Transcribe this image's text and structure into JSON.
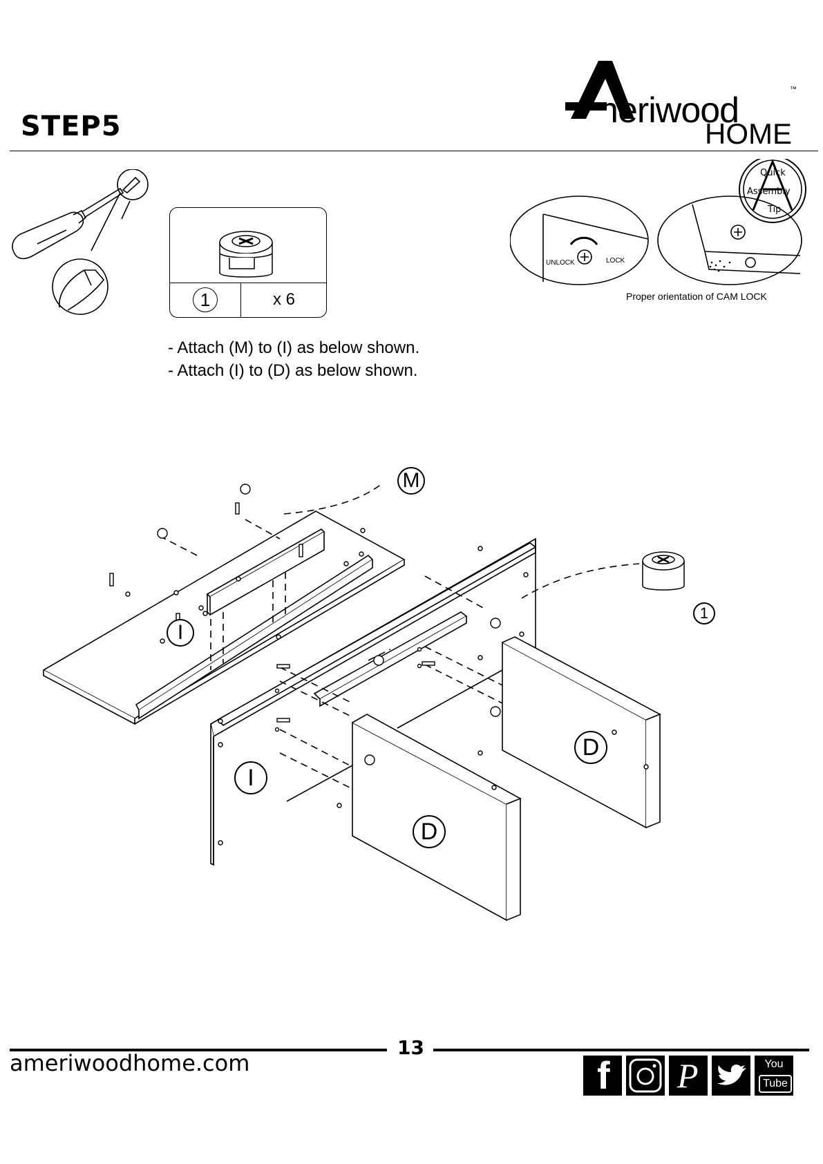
{
  "step": {
    "title": "STEP5"
  },
  "brand": {
    "name_top": "Ameriwood",
    "name_sub": "HOME",
    "trademark": "™"
  },
  "hardware": {
    "part_id": "1",
    "quantity": "x 6"
  },
  "instructions": [
    "- Attach (M) to (I) as below shown.",
    "- Attach (I) to (D) as below shown."
  ],
  "tip": {
    "badge_lines": [
      "Quick",
      "Assembly",
      "Tip"
    ],
    "unlock_label": "UNLOCK",
    "lock_label": "LOCK",
    "caption": "Proper orientation of CAM LOCK"
  },
  "diagram": {
    "labels": {
      "part_m": "M",
      "part_i_top": "I",
      "part_i_front": "I",
      "part_d_front": "D",
      "part_d_back": "D",
      "hardware_1": "1"
    }
  },
  "footer": {
    "website": "ameriwoodhome.com",
    "page_number": "13",
    "social": [
      {
        "icon": "facebook-icon",
        "glyph": "f"
      },
      {
        "icon": "instagram-icon",
        "glyph": ""
      },
      {
        "icon": "pinterest-icon",
        "glyph": "P"
      },
      {
        "icon": "twitter-icon",
        "glyph": ""
      },
      {
        "icon": "youtube-icon",
        "line1": "You",
        "line2": "Tube"
      }
    ]
  },
  "colors": {
    "ink": "#000000",
    "paper": "#ffffff"
  }
}
